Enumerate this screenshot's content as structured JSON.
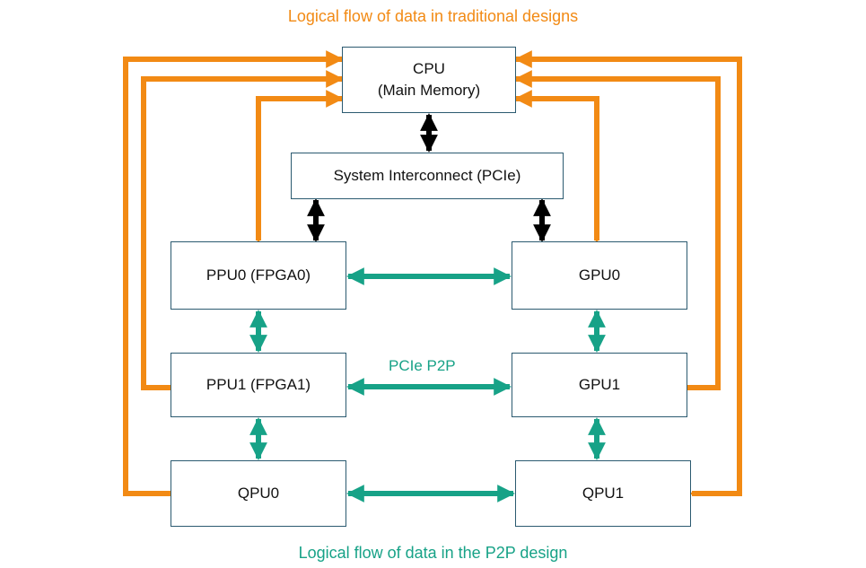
{
  "captions": {
    "top": "Logical flow of data in traditional designs",
    "bottom": "Logical flow of data in the P2P design"
  },
  "nodes": {
    "cpu": {
      "line1": "CPU",
      "line2": "(Main Memory)"
    },
    "interconnect": "System Interconnect (PCIe)",
    "ppu0": "PPU0 (FPGA0)",
    "gpu0": "GPU0",
    "ppu1": "PPU1 (FPGA1)",
    "gpu1": "GPU1",
    "qpu0": "QPU0",
    "qpu1": "QPU1"
  },
  "link_labels": {
    "p2p": "PCIe P2P"
  },
  "colors": {
    "traditional": "#f28a14",
    "p2p": "#17a287",
    "pcie": "#000000",
    "box_border": "#2b5a70"
  }
}
